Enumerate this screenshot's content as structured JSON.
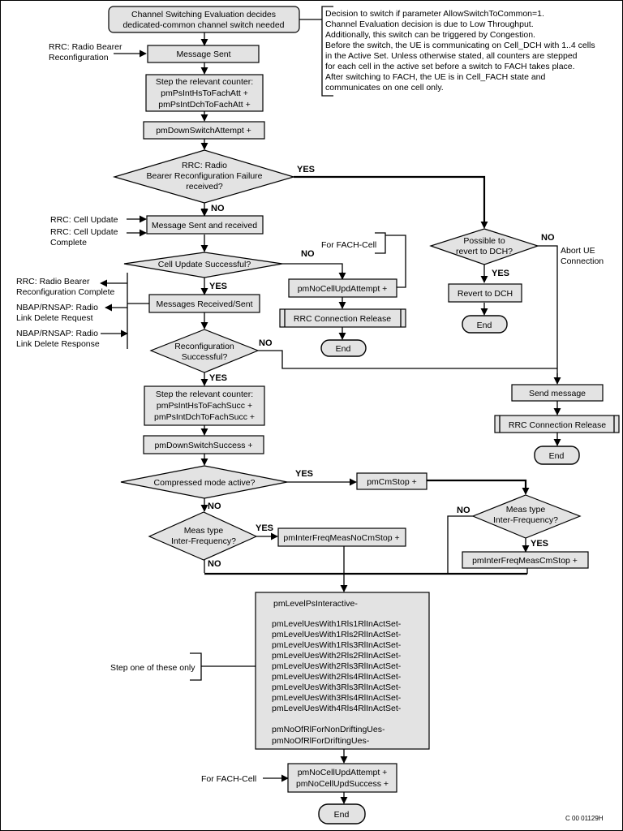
{
  "boxes": {
    "start": [
      "Channel Switching Evaluation decides",
      "dedicated-common channel switch needed"
    ],
    "message_sent": "Message Sent",
    "counter_att": [
      "Step the relevant counter:",
      "pmPsIntHsToFachAtt +",
      "pmPsIntDchToFachAtt +"
    ],
    "downswitch_attempt": "pmDownSwitchAttempt +",
    "msg_sent_received": "Message Sent and received",
    "no_cell_upd_attempt": "pmNoCellUpdAttempt +",
    "rrc_release_1": "RRC Connection Release",
    "end_1": "End",
    "msgs_received_sent": "Messages Received/Sent",
    "counter_succ": [
      "Step the relevant counter:",
      "pmPsIntHsToFachSucc +",
      "pmPsIntDchToFachSucc +"
    ],
    "downswitch_success": "pmDownSwitchSuccess +",
    "cm_stop": "pmCmStop +",
    "interfreq_nocm": "pmInterFreqMeasNoCmStop +",
    "interfreq_cm": "pmInterFreqMeasCmStop +",
    "revert_dch": "Revert to DCH",
    "end_2": "End",
    "send_message": "Send message",
    "rrc_release_2": "RRC Connection Release",
    "end_3": "End",
    "cell_upd_final": [
      "pmNoCellUpdAttempt +",
      "pmNoCellUpdSuccess +"
    ],
    "end_4": "End"
  },
  "diamonds": {
    "rb_failure": [
      "RRC: Radio",
      "Bearer Reconfiguration Failure",
      "received?"
    ],
    "cell_update_success": "Cell Update Successful?",
    "reconfig_success": [
      "Reconfiguration",
      "Successful?"
    ],
    "revert_possible": [
      "Possible to",
      "revert to DCH?"
    ],
    "compressed_mode": "Compressed mode active?",
    "meas_left": [
      "Meas type",
      "Inter-Frequency?"
    ],
    "meas_right": [
      "Meas type",
      "Inter-Frequency?"
    ]
  },
  "yes": "YES",
  "no": "NO",
  "side_labels": {
    "rrc_rb_reconfig": [
      "RRC: Radio Bearer",
      "Reconfiguration"
    ],
    "rrc_cell_update": "RRC: Cell Update",
    "rrc_cell_update_complete": [
      "RRC: Cell Update",
      "Complete"
    ],
    "rrc_rb_reconfig_complete": [
      "RRC: Radio Bearer",
      "Reconfiguration Complete"
    ],
    "nbap_delete_request": [
      "NBAP/RNSAP: Radio",
      "Link Delete Request"
    ],
    "nbap_delete_response": [
      "NBAP/RNSAP: Radio",
      "Link Delete Response"
    ],
    "for_fach_cell_1": "For FACH-Cell",
    "abort_ue": [
      "Abort UE",
      "Connection"
    ],
    "step_one": "Step one of these only",
    "for_fach_cell_2": "For FACH-Cell"
  },
  "note": [
    "Decision to switch if parameter AllowSwitchToCommon=1.",
    "Channel Evaluation decision is due to Low Throughput.",
    "Additionally, this switch can be triggered by Congestion.",
    "Before the switch, the UE is communicating on Cell_DCH with 1..4 cells",
    "in the Active Set. Unless otherwise stated, all counters are stepped",
    "for each cell in the active set before a switch to FACH takes place.",
    "After switching to FACH, the UE is in Cell_FACH state and",
    "communicates on one cell only."
  ],
  "level_box": {
    "top": "pmLevelPsInteractive-",
    "group": [
      "pmLevelUesWith1Rls1RlInActSet-",
      "pmLevelUesWith1Rls2RlInActSet-",
      "pmLevelUesWith1Rls3RlInActSet-",
      "pmLevelUesWith2Rls2RlInActSet-",
      "pmLevelUesWith2Rls3RlInActSet-",
      "pmLevelUesWith2Rls4RlInActSet-",
      "pmLevelUesWith3Rls3RlInActSet-",
      "pmLevelUesWith3Rls4RlInActSet-",
      "pmLevelUesWith4Rls4RlInActSet-"
    ],
    "bottom": [
      "pmNoOfRlForNonDriftingUes-",
      "pmNoOfRlForDriftingUes-"
    ]
  },
  "figure_id": "C 00 01129H"
}
